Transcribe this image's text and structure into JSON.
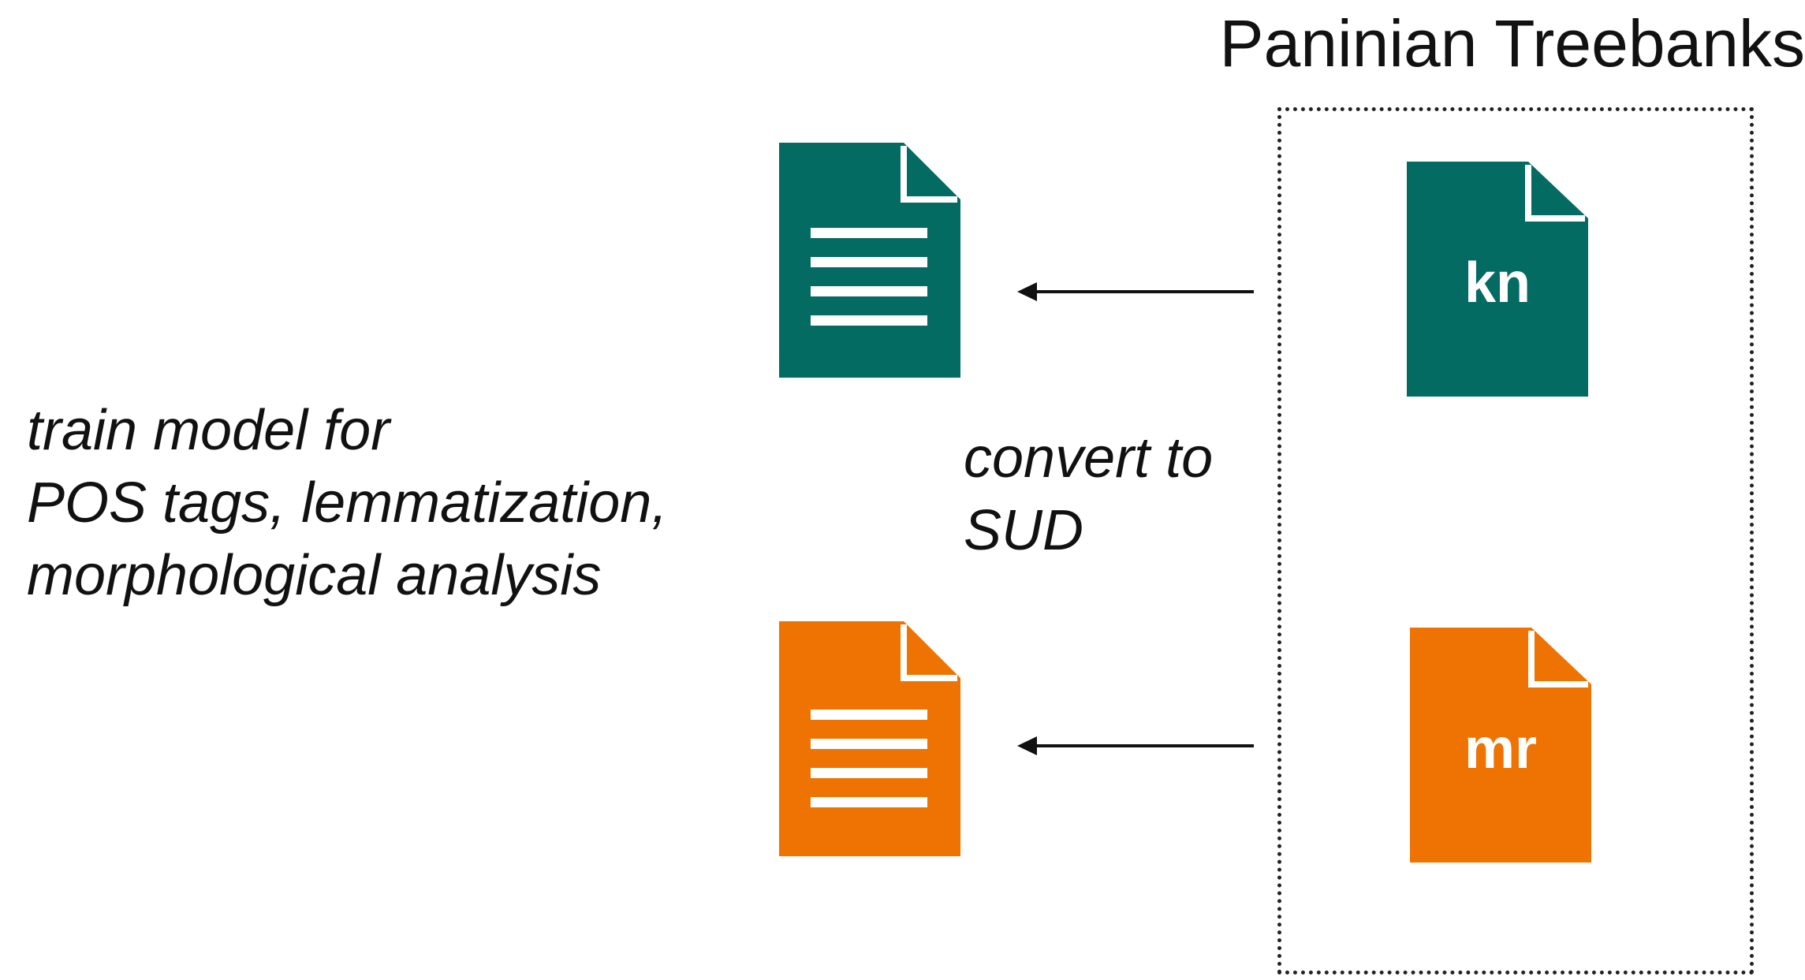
{
  "title": "Paninian Treebanks",
  "train_note": [
    "train model for",
    "POS tags, lemmatization,",
    "morphological analysis"
  ],
  "convert_note": [
    "convert to",
    "SUD"
  ],
  "source_files": [
    {
      "label": "kn",
      "color": "#046b63"
    },
    {
      "label": "mr",
      "color": "#ef7303"
    }
  ],
  "output_files": [
    {
      "color": "#046b63"
    },
    {
      "color": "#ef7303"
    }
  ]
}
